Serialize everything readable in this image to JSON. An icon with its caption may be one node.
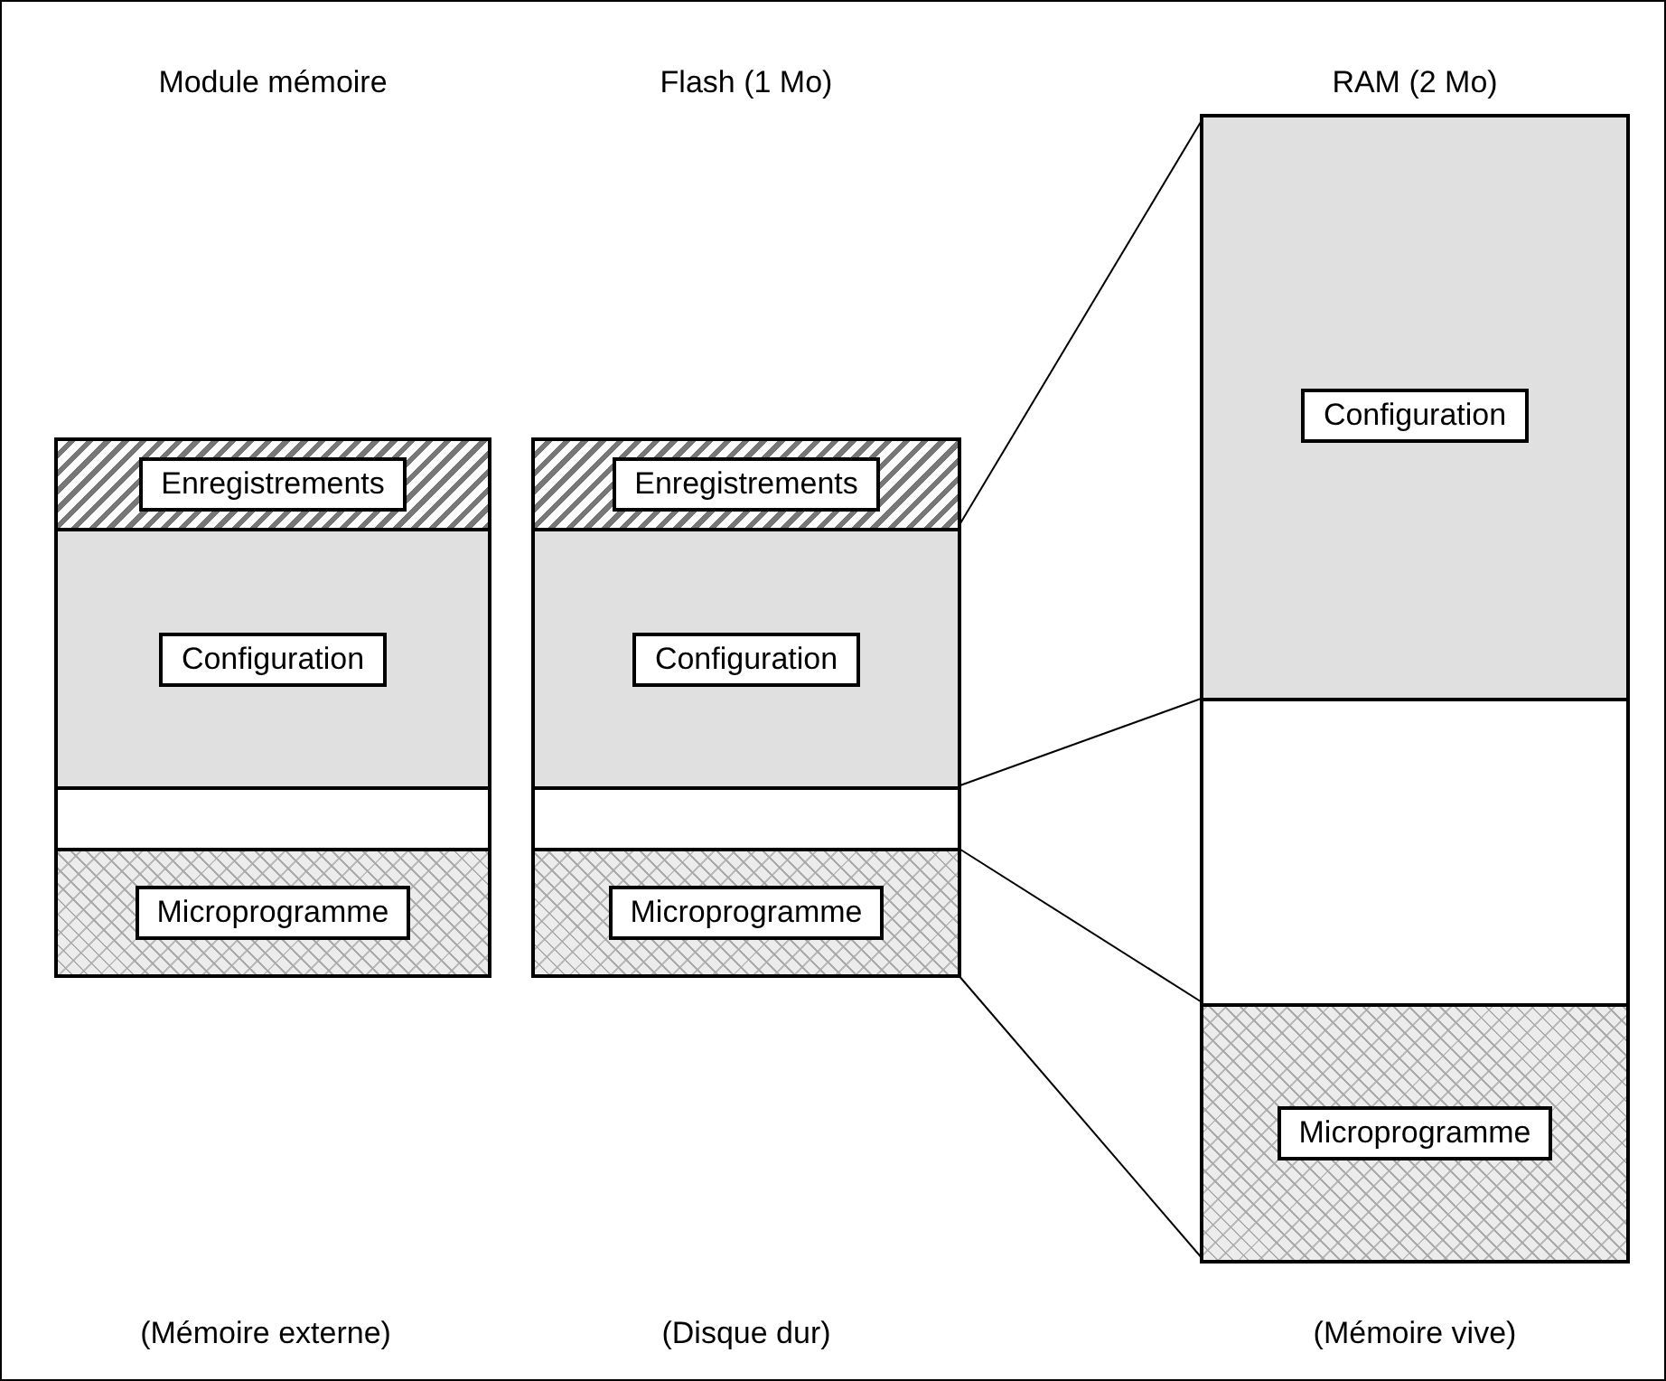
{
  "diagram": {
    "nodes": [
      {
        "text": [],
        "shape": "box"
      },
      {
        "text": [
          "Enregistrements"
        ],
        "in": 0
      },
      {
        "text": [
          "Configuration"
        ],
        "in": 0
      },
      {
        "text": [],
        "shape": "box",
        "in": 0
      },
      {
        "text": [
          "Microprogramme"
        ],
        "in": 0
      },
      {
        "text": [],
        "shape": "box"
      },
      {
        "text": [
          "Enregistrements"
        ],
        "in": 5
      },
      {
        "text": [
          "Configuration"
        ],
        "in": 5
      },
      {
        "text": [],
        "shape": "box",
        "in": 5
      },
      {
        "text": [
          "Microprogramme"
        ],
        "in": 5
      },
      {
        "text": [],
        "shape": "box"
      },
      {
        "text": [
          "Configuration"
        ],
        "in": 10
      },
      {
        "text": [],
        "shape": "box",
        "in": 10
      },
      {
        "text": [
          "Microprogramme"
        ],
        "in": 10
      }
    ],
    "edges": [
      {
        "from": 7,
        "to": 11,
        "arrow": "none"
      },
      {
        "from": 8,
        "to": 12,
        "arrow": "none"
      },
      {
        "from": 9,
        "to": 13,
        "arrow": "none"
      },
      {
        "from": 9,
        "to": 13,
        "arrow": "none"
      }
    ],
    "labels": [
      "Module mémoire",
      "Flash (1 Mo)",
      "RAM (2 Mo)",
      "(Mémoire externe)",
      "(Disque dur)",
      "(Mémoire vive)"
    ]
  }
}
